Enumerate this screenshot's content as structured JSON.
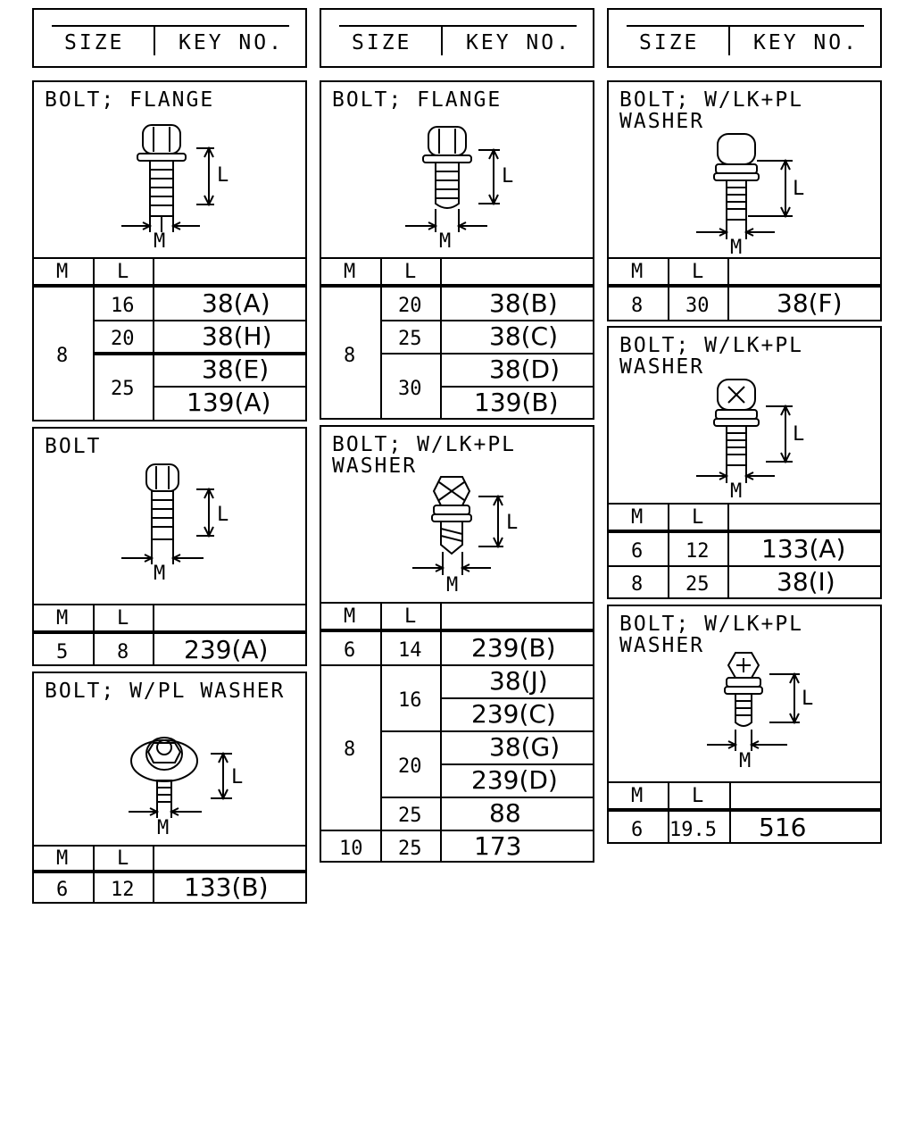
{
  "headers": [
    {
      "size": "SIZE",
      "key": "KEY NO."
    },
    {
      "size": "SIZE",
      "key": "KEY NO."
    },
    {
      "size": "SIZE",
      "key": "KEY NO."
    }
  ],
  "col_headers": {
    "m": "M",
    "l": "L"
  },
  "dims": {
    "l": "L",
    "m": "M"
  },
  "panels": {
    "p1": {
      "title": "BOLT; FLANGE",
      "rows": [
        {
          "m": "8"
        },
        {
          "l": "16",
          "key": "38(A)"
        },
        {
          "l": "20",
          "key": "38(H)"
        },
        {
          "l": "25",
          "key": "38(E)"
        },
        {
          "key": "139(A)"
        }
      ]
    },
    "p2": {
      "title": "BOLT",
      "rows": [
        {
          "m": "5",
          "l": "8",
          "key": "239(A)"
        }
      ]
    },
    "p3": {
      "title": "BOLT; W/PL WASHER",
      "rows": [
        {
          "m": "6",
          "l": "12",
          "key": "133(B)"
        }
      ]
    },
    "p4": {
      "title": "BOLT; FLANGE",
      "rows": [
        {
          "m": "8"
        },
        {
          "l": "20",
          "key": "38(B)"
        },
        {
          "l": "25",
          "key": "38(C)"
        },
        {
          "l": "30",
          "key": "38(D)"
        },
        {
          "key": "139(B)"
        }
      ]
    },
    "p5": {
      "title": "BOLT; W/LK+PL",
      "title2": "WASHER",
      "rows": [
        {
          "m": "6",
          "l": "14",
          "key": "239(B)"
        },
        {
          "m": "8"
        },
        {
          "l": "16",
          "key": "38(J)"
        },
        {
          "key": "239(C)"
        },
        {
          "l": "20",
          "key": "38(G)"
        },
        {
          "key": "239(D)"
        },
        {
          "l": "25",
          "key": "88"
        },
        {
          "m": "10",
          "l": "25",
          "key": "173"
        }
      ]
    },
    "p6": {
      "title": "BOLT; W/LK+PL",
      "title2": "WASHER",
      "rows": [
        {
          "m": "8",
          "l": "30",
          "key": "38(F)"
        }
      ]
    },
    "p7": {
      "title": "BOLT; W/LK+PL",
      "title2": "WASHER",
      "rows": [
        {
          "m": "6",
          "l": "12",
          "key": "133(A)"
        },
        {
          "m": "8",
          "l": "25",
          "key": "38(I)"
        }
      ]
    },
    "p8": {
      "title": "BOLT; W/LK+PL",
      "title2": "WASHER",
      "rows": [
        {
          "m": "6",
          "l": "19.5",
          "key": "516"
        }
      ]
    }
  }
}
